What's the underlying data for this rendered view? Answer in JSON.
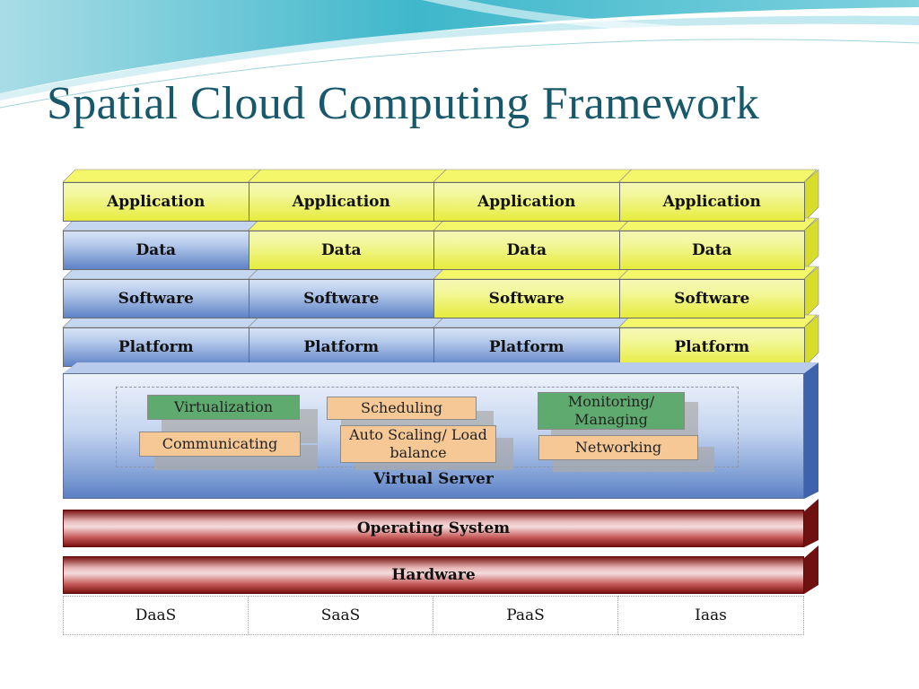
{
  "title": "Spatial Cloud Computing Framework",
  "colors": {
    "title": "#17596b",
    "yellow_layer": "#e6ec3c",
    "blue_layer": "#7b9bd3",
    "red_layer": "#a52a2a",
    "green_service": "#5fab6f",
    "orange_service": "#f5c896"
  },
  "stack_columns": [
    {
      "application": "Application",
      "data": "Data",
      "software": "Software",
      "platform": "Platform",
      "colors": {
        "application": "yellow",
        "data": "blue",
        "software": "blue",
        "platform": "blue"
      }
    },
    {
      "application": "Application",
      "data": "Data",
      "software": "Software",
      "platform": "Platform",
      "colors": {
        "application": "yellow",
        "data": "yellow",
        "software": "blue",
        "platform": "blue"
      }
    },
    {
      "application": "Application",
      "data": "Data",
      "software": "Software",
      "platform": "Platform",
      "colors": {
        "application": "yellow",
        "data": "yellow",
        "software": "yellow",
        "platform": "blue"
      }
    },
    {
      "application": "Application",
      "data": "Data",
      "software": "Software",
      "platform": "Platform",
      "colors": {
        "application": "yellow",
        "data": "yellow",
        "software": "yellow",
        "platform": "yellow"
      }
    }
  ],
  "virtual_server": {
    "label": "Virtual Server",
    "services": {
      "virtualization": "Virtualization",
      "scheduling": "Scheduling",
      "monitoring": "Monitoring/ Managing",
      "communicating": "Communicating",
      "auto_scaling": "Auto Scaling/ Load balance",
      "networking": "Networking"
    }
  },
  "operating_system": "Operating System",
  "hardware": "Hardware",
  "service_models": [
    "DaaS",
    "SaaS",
    "PaaS",
    "Iaas"
  ]
}
